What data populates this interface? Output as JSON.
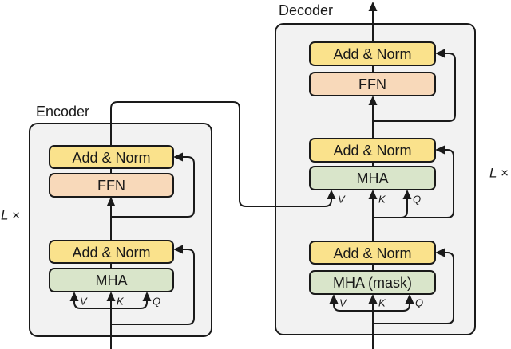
{
  "colors": {
    "panel_fill": "#F2F2F2",
    "add_norm_fill": "#FAE28C",
    "ffn_fill": "#F8D9BA",
    "mha_fill": "#D9E5CA",
    "line": "#1A1A1A"
  },
  "encoder": {
    "title": "Encoder",
    "repeat_label": "L ×",
    "add_norm_top": "Add & Norm",
    "ffn": "FFN",
    "add_norm_bottom": "Add & Norm",
    "mha": "MHA",
    "v": "V",
    "k": "K",
    "q": "Q"
  },
  "decoder": {
    "title": "Decoder",
    "repeat_label": "L ×",
    "add_norm_top": "Add & Norm",
    "ffn": "FFN",
    "add_norm_cross": "Add & Norm",
    "mha_cross": "MHA",
    "add_norm_masked": "Add & Norm",
    "mha_masked": "MHA (mask)",
    "cross_v": "V",
    "cross_k": "K",
    "cross_q": "Q",
    "masked_v": "V",
    "masked_k": "K",
    "masked_q": "Q"
  }
}
